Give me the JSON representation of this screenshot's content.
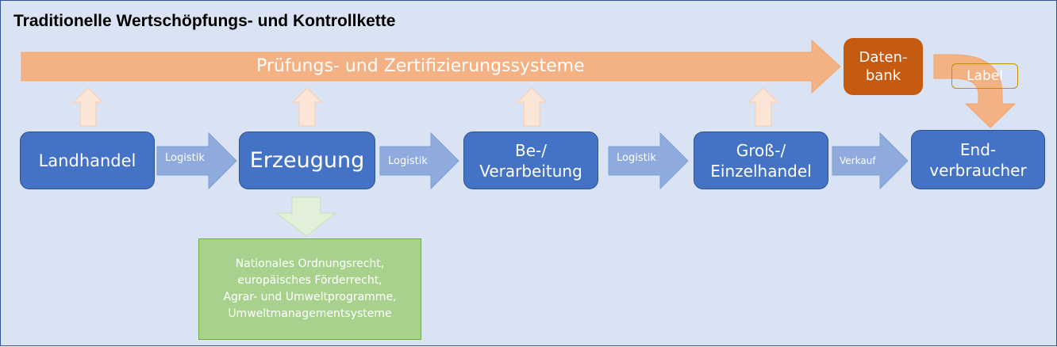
{
  "title": "Traditionelle Wertschöpfungs- und Kontrollkette",
  "banner": "Prüfungs- und Zertifizierungssysteme",
  "database": "Daten-\nbank",
  "label": "Label",
  "stages": [
    {
      "name": "Landhandel"
    },
    {
      "name": "Erzeugung"
    },
    {
      "name": "Be-/\nVerarbeitung"
    },
    {
      "name": "Groß-/\nEinzelhandel"
    },
    {
      "name": "End-\nverbraucher"
    }
  ],
  "connectors": [
    "Logistik",
    "Logistik",
    "Logistik",
    "Verkauf"
  ],
  "regulation": "Nationales Ordnungsrecht,\neuropäisches Förderrecht,\nAgrar- und Umweltprogramme,\nUmweltmanagementsysteme",
  "colors": {
    "background": "#dae3f3",
    "stage_fill": "#4472c4",
    "connector_fill": "#8faadc",
    "banner_fill": "#f4b183",
    "database_fill": "#c55a11",
    "regulation_fill": "#a9d18e"
  }
}
